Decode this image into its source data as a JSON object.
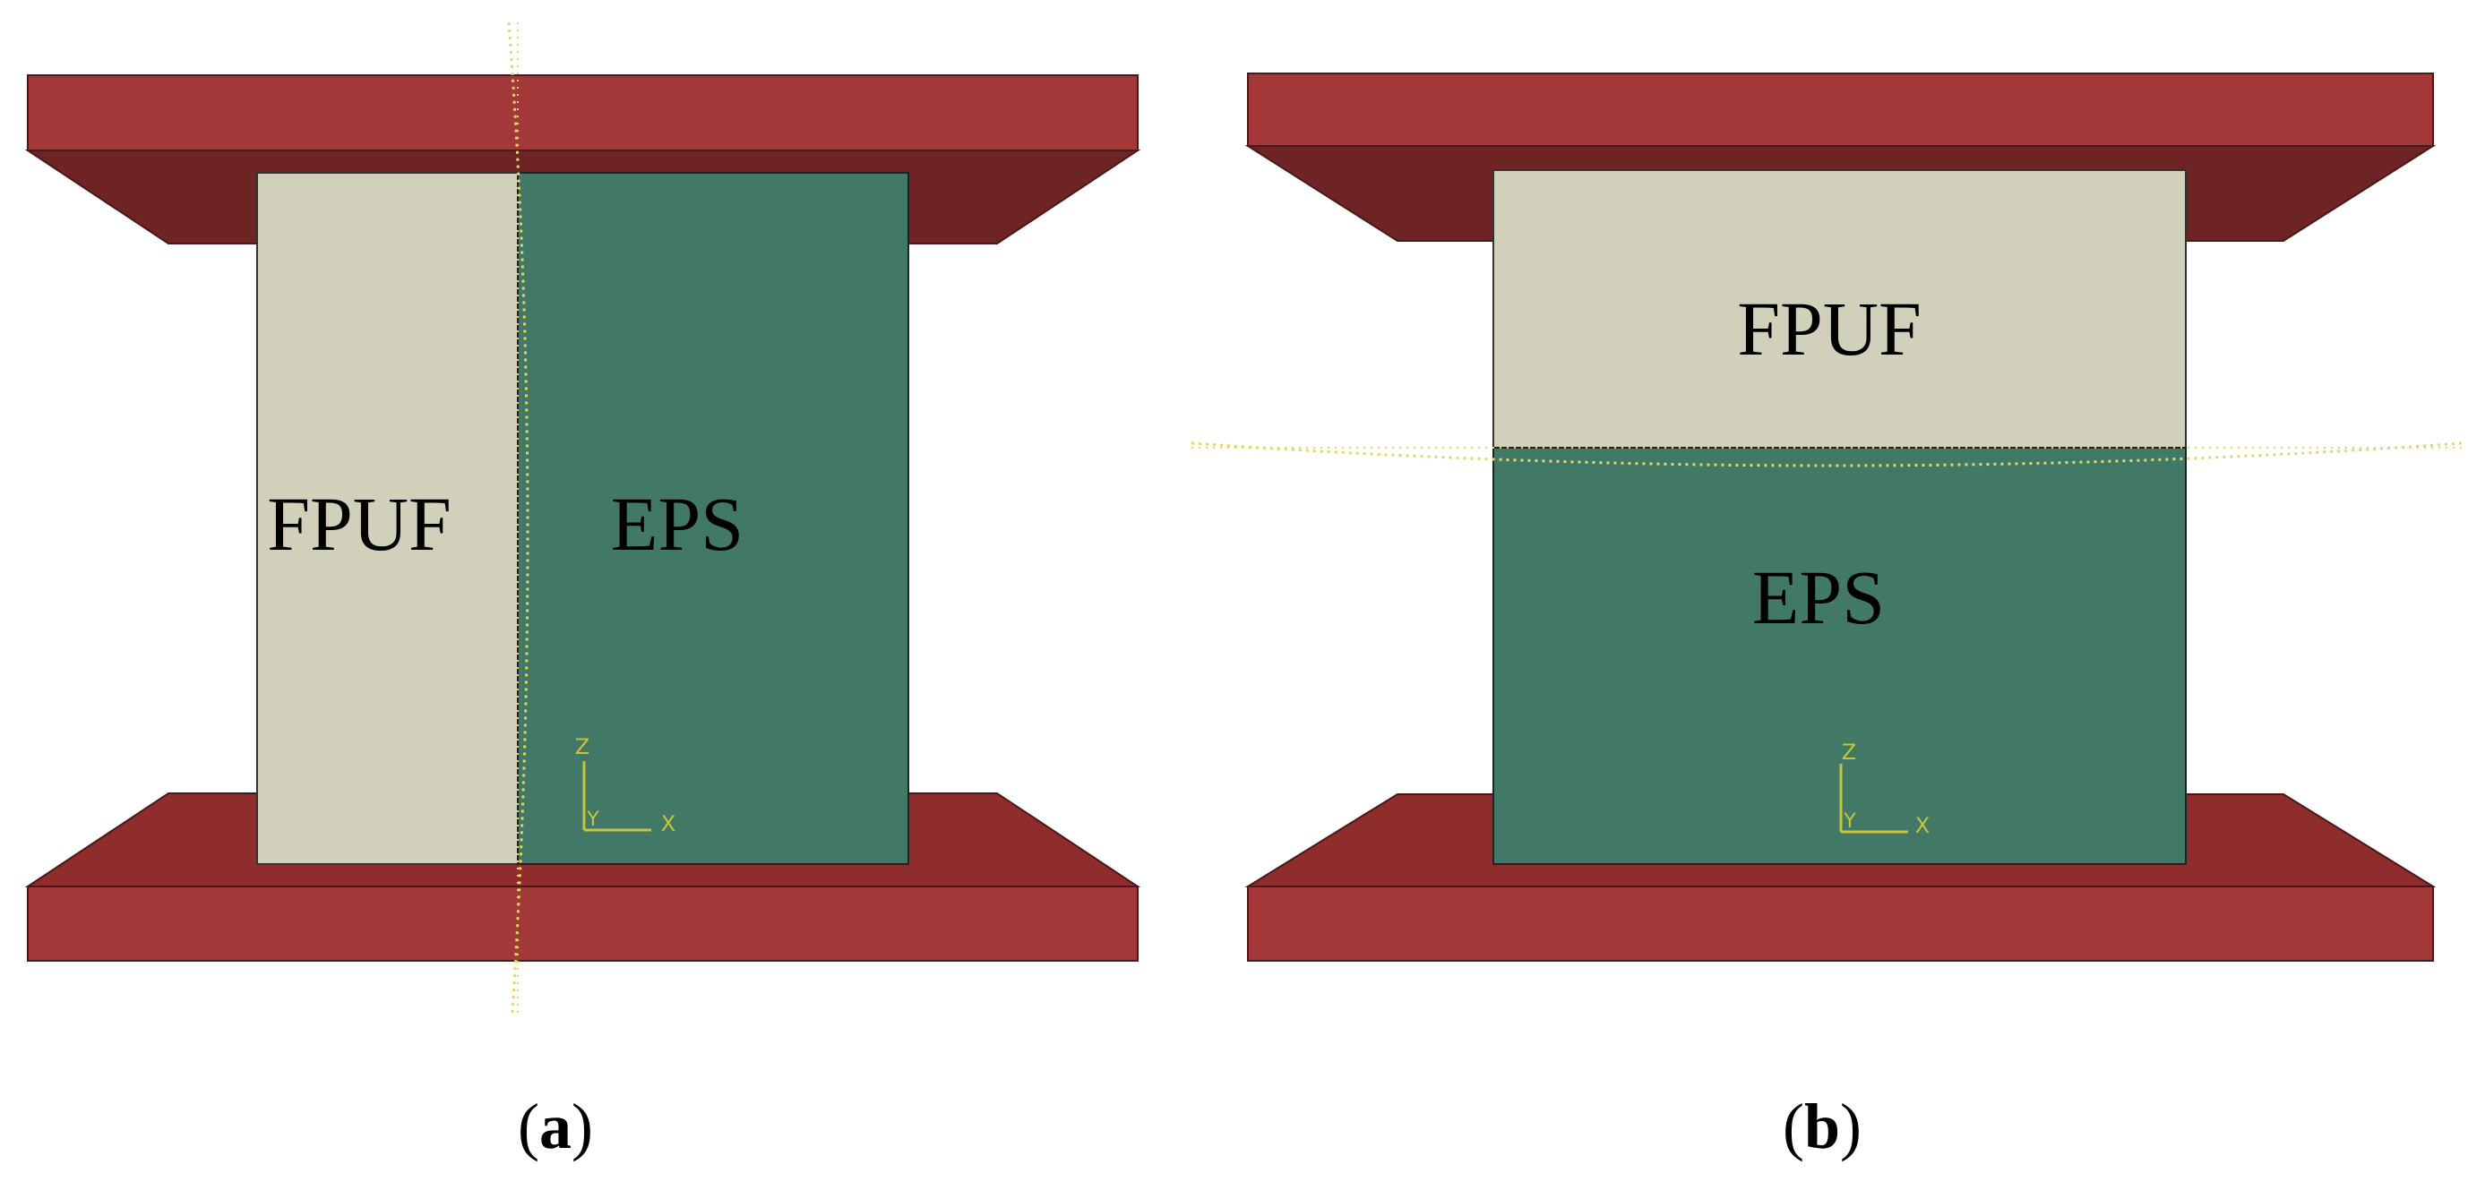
{
  "panels": [
    {
      "id": "a",
      "caption_open": "(",
      "caption_letter": "a",
      "caption_close": ")",
      "materials": [
        {
          "label": "FPUF",
          "color": "#d1d0bb"
        },
        {
          "label": "EPS",
          "color": "#417966"
        }
      ],
      "layout_word": "side-by-side"
    },
    {
      "id": "b",
      "caption_open": "(",
      "caption_letter": "b",
      "caption_close": ")",
      "materials": [
        {
          "label": "FPUF",
          "color": "#d1d0bb"
        },
        {
          "label": "EPS",
          "color": "#417966"
        }
      ],
      "layout_word": "stacked"
    }
  ],
  "triad": {
    "z": "Z",
    "y": "Y",
    "x": "X"
  },
  "colors": {
    "plate_top": "#a23838",
    "plate_side": "#6e2424",
    "plate_bottom_face": "#8f2c2c",
    "fpuf": "#d1d0bb",
    "eps": "#417966",
    "axis": "#c8c43a",
    "interface_dots": "#e0d86a"
  }
}
